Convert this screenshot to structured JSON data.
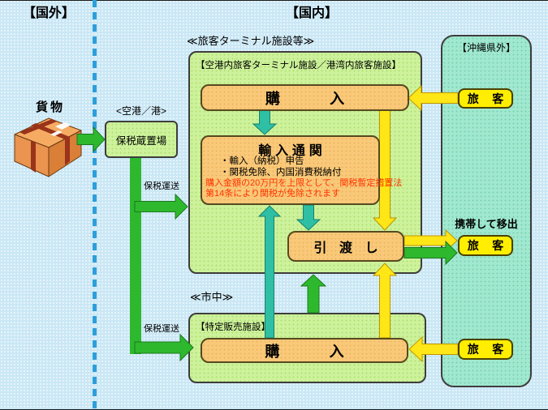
{
  "header": {
    "overseas": "【国外】",
    "domestic": "【国内】"
  },
  "cargo": {
    "label": "貨物"
  },
  "bonded_warehouse": {
    "heading": "<空港／港>",
    "label": "保税蔵置場"
  },
  "bonded_transport": {
    "label_top": "保税運送",
    "label_bottom": "保税運送"
  },
  "terminal": {
    "heading": "≪旅客ターミナル施設等≫",
    "subheading": "【空港内旅客ターミナル施設／港湾内旅客施設】",
    "purchase_label": "購　入",
    "customs": {
      "title": "輸入通関",
      "items": [
        "・輸入（納税）申告",
        "・関税免除、内国消費税納付"
      ],
      "note_line1": "購入金額の20万円を上限として、関税暫定措置法",
      "note_line2": "第14条により関税が免除されます"
    },
    "handover_label": "引 渡 し"
  },
  "city": {
    "heading": "≪市中≫",
    "subheading": "【特定販売施設】",
    "purchase_label": "購　入"
  },
  "outside_okinawa": {
    "heading": "【沖縄県外】",
    "carry_out_label": "携帯して移出",
    "passenger_top": "旅 客",
    "passenger_mid": "旅 客",
    "passenger_bottom": "旅 客"
  },
  "colors": {
    "background": "#cae7f5",
    "panel_green": "#cdf29b",
    "panel_aqua": "#a0e8cf",
    "box_orange": "#f9c979",
    "passenger_yellow": "#ffee00",
    "arrow_green": "#2eb82e",
    "arrow_teal": "#2ebfa5",
    "arrow_yellow": "#ffe617",
    "note_red": "#ff3300",
    "boundary_blue": "#2d9fdb"
  }
}
